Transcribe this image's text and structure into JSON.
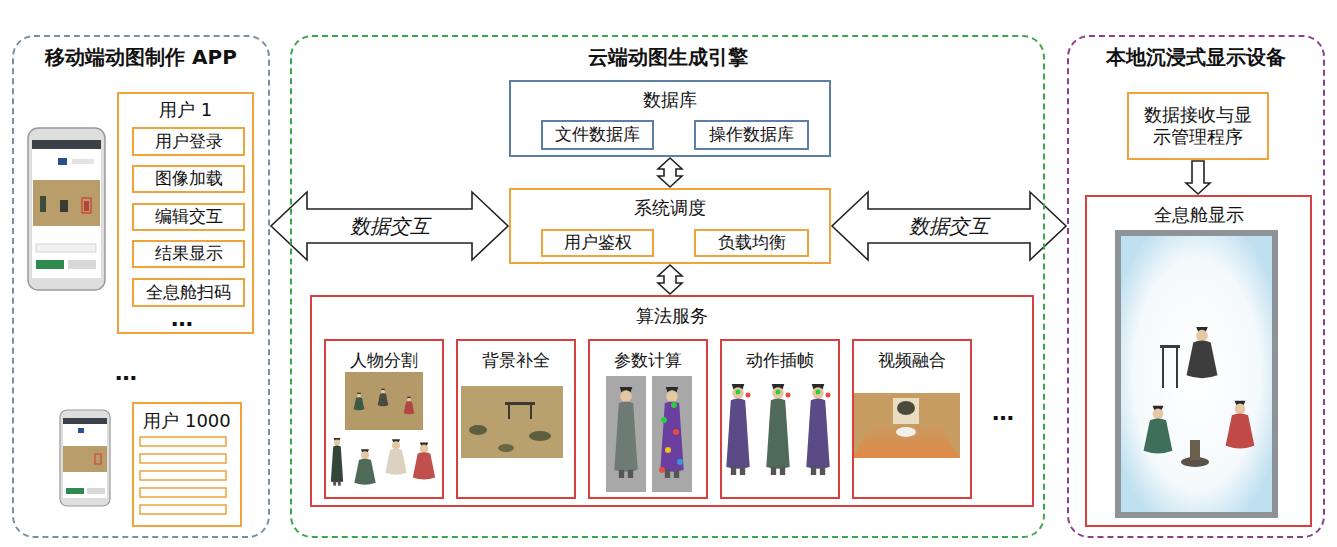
{
  "diagram": {
    "nodes": [
      {
        "text": [
          "移动端动图制作 APP"
        ]
      },
      {
        "text": [
          "用户 1"
        ],
        "in": 0
      },
      {
        "text": [
          "用户登录"
        ],
        "in": 1
      },
      {
        "text": [
          "图像加载"
        ],
        "in": 1
      },
      {
        "text": [
          "编辑交互"
        ],
        "in": 1
      },
      {
        "text": [
          "结果显示"
        ],
        "in": 1
      },
      {
        "text": [
          "全息舱扫码"
        ],
        "in": 1
      },
      {
        "text": [
          "用户 1000"
        ],
        "in": 0
      },
      {
        "text": [
          "云端动图生成引擎"
        ]
      },
      {
        "text": [
          "数据库"
        ],
        "in": 8
      },
      {
        "text": [
          "文件数据库"
        ],
        "in": 9
      },
      {
        "text": [
          "操作数据库"
        ],
        "in": 9
      },
      {
        "text": [
          "系统调度"
        ],
        "in": 8
      },
      {
        "text": [
          "用户鉴权"
        ],
        "in": 12
      },
      {
        "text": [
          "负载均衡"
        ],
        "in": 12
      },
      {
        "text": [
          "算法服务"
        ],
        "in": 8
      },
      {
        "text": [
          "人物分割"
        ],
        "in": 15
      },
      {
        "text": [
          "背景补全"
        ],
        "in": 15
      },
      {
        "text": [
          "参数计算"
        ],
        "in": 15
      },
      {
        "text": [
          "动作插帧"
        ],
        "in": 15
      },
      {
        "text": [
          "视频融合"
        ],
        "in": 15
      },
      {
        "text": [
          "本地沉浸式显示设备"
        ]
      },
      {
        "text": [
          "数据接收与显示管理程序"
        ],
        "in": 21
      },
      {
        "text": [
          "全息舱显示"
        ],
        "in": 21
      }
    ],
    "edges": [
      {
        "from": 0,
        "to": 12,
        "label": "数据交互",
        "arrow": "both"
      },
      {
        "from": 12,
        "to": 21,
        "label": "数据交互",
        "arrow": "both"
      },
      {
        "from": 9,
        "to": 12,
        "arrow": "both"
      },
      {
        "from": 12,
        "to": 15,
        "arrow": "both"
      },
      {
        "from": 22,
        "to": 23,
        "arrow": "to"
      }
    ],
    "labels": [
      "…",
      "…",
      "…"
    ]
  }
}
